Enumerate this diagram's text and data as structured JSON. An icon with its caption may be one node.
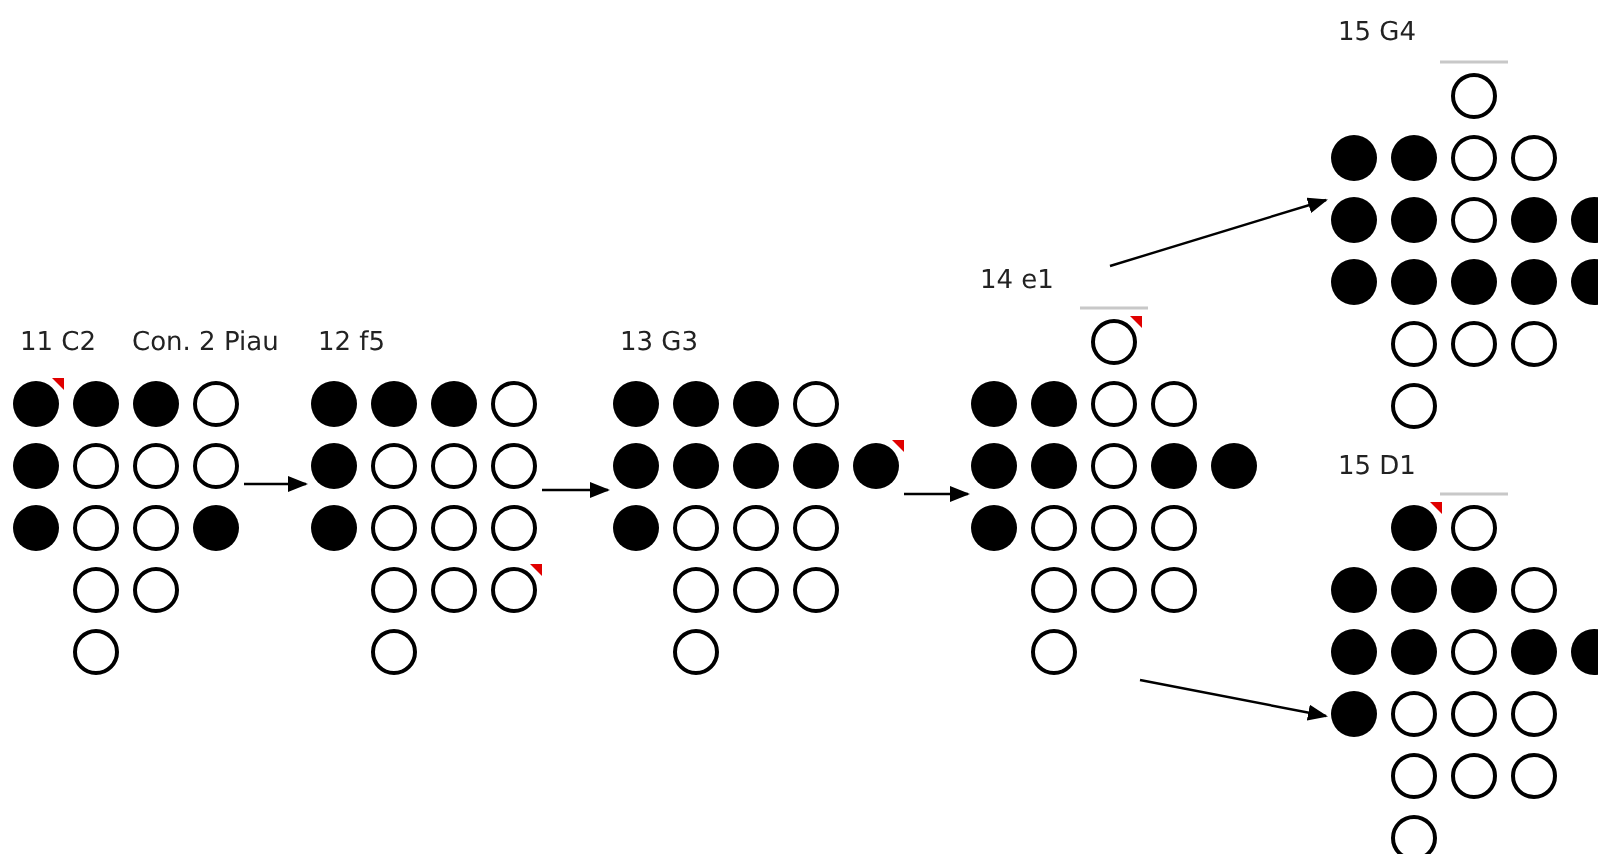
{
  "diagram": {
    "nodes": [
      {
        "text": [
          "11 C2",
          "Con. 2 Piau"
        ]
      },
      {
        "text": [
          "12 f5"
        ]
      },
      {
        "text": [
          "13 G3"
        ]
      },
      {
        "text": [
          "14 e1"
        ]
      },
      {
        "text": [
          "15 G4"
        ]
      },
      {
        "text": [
          "15 D1"
        ]
      }
    ],
    "edges": [
      {
        "from": 0,
        "to": 1,
        "arrow": "to"
      },
      {
        "from": 1,
        "to": 2,
        "arrow": "to"
      },
      {
        "from": 2,
        "to": 3,
        "arrow": "to"
      },
      {
        "from": 3,
        "to": 4,
        "arrow": "to"
      },
      {
        "from": 3,
        "to": 5,
        "arrow": "to"
      }
    ]
  }
}
